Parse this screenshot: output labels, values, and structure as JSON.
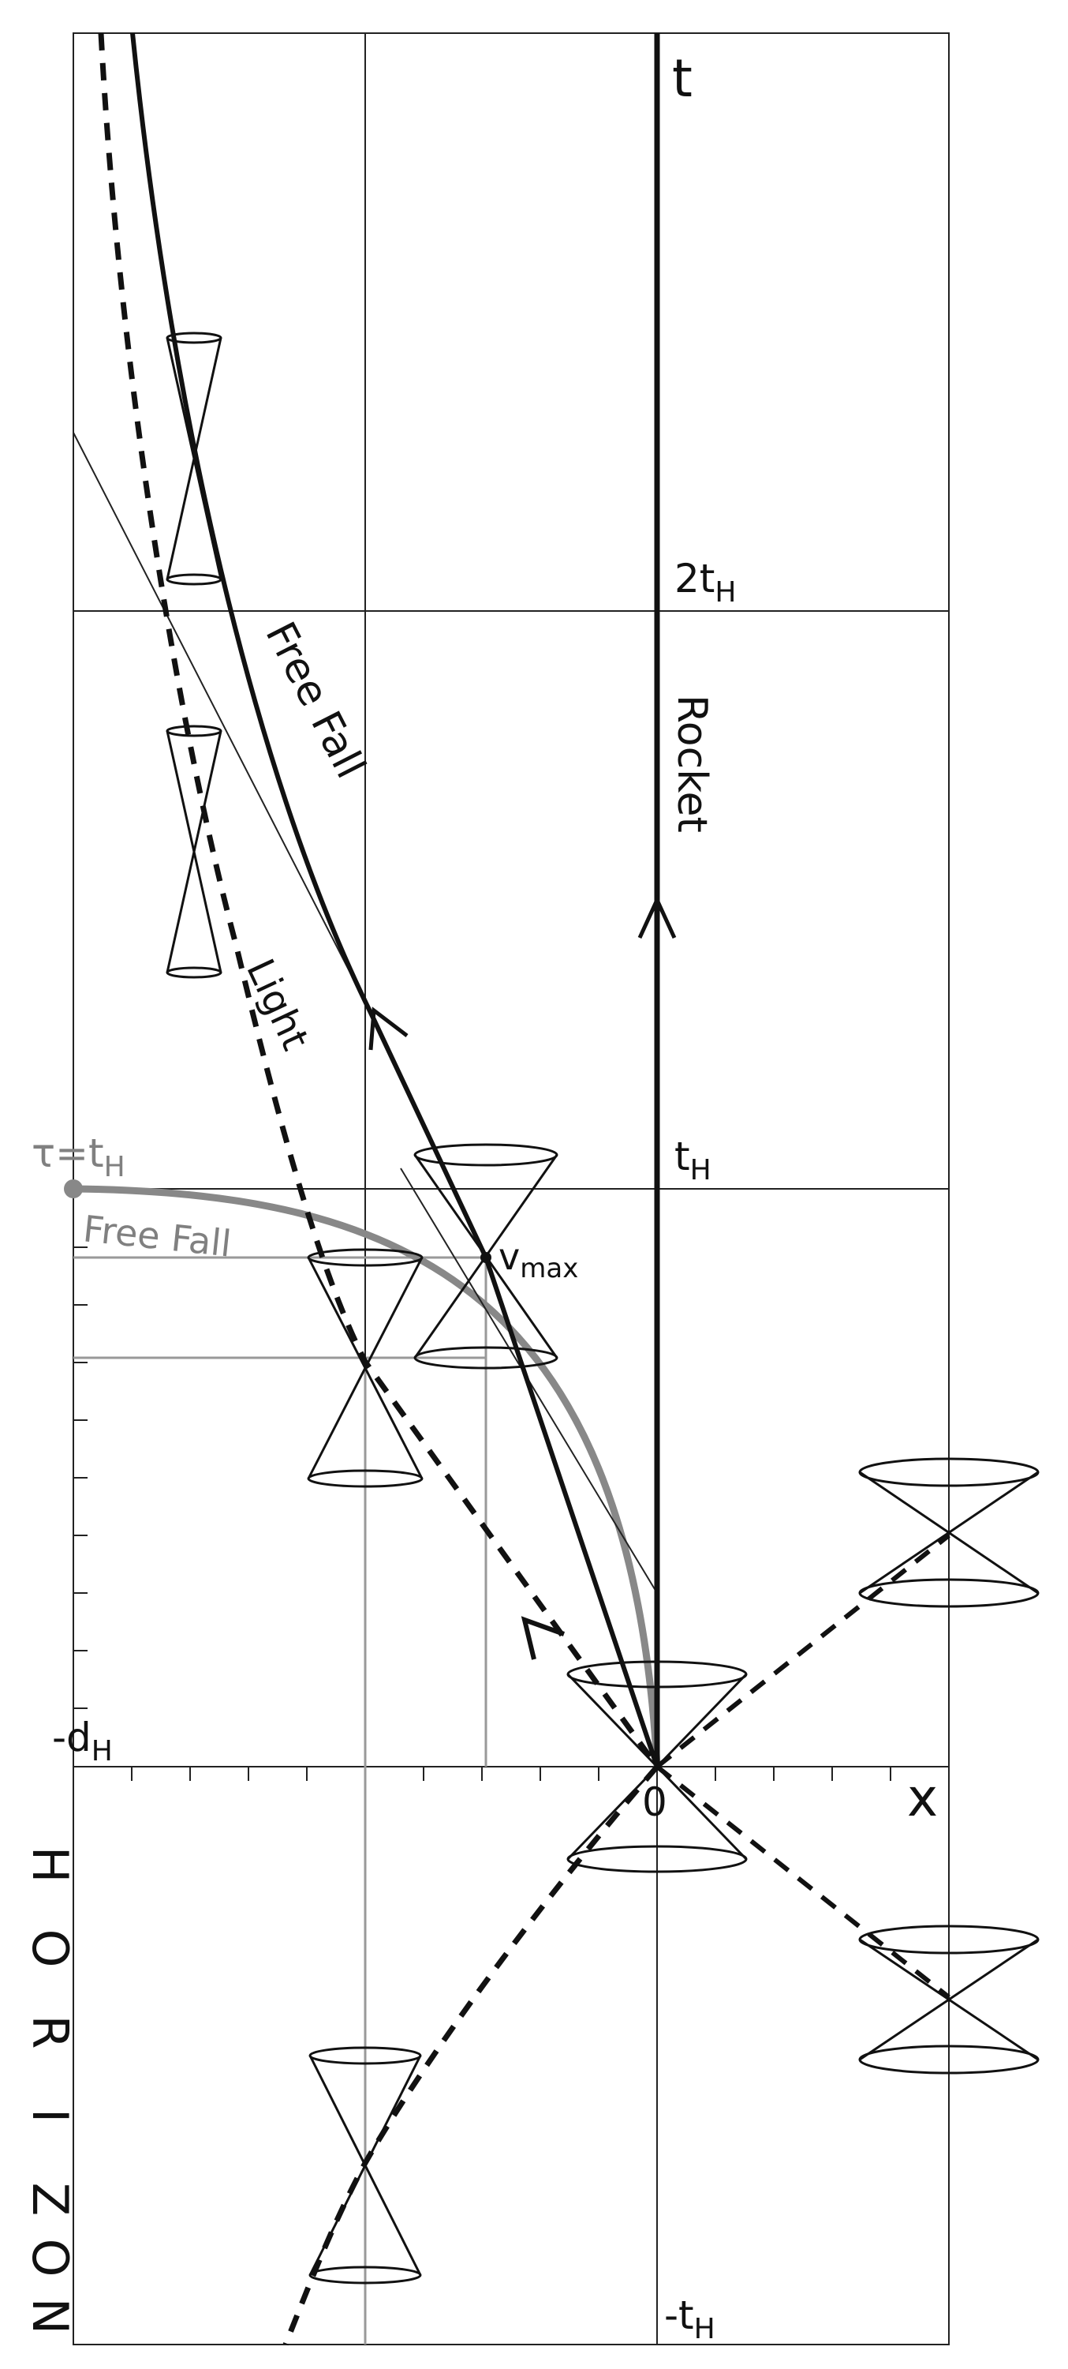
{
  "diagram": {
    "axes": {
      "t_label": "t",
      "x_label": "x",
      "origin_label": "0"
    },
    "time_markers": [
      {
        "base": "2t",
        "sub": "H"
      },
      {
        "base": "t",
        "sub": "H"
      },
      {
        "base": "-t",
        "sub": "H"
      }
    ],
    "distance_marker": {
      "base": "-d",
      "sub": "H"
    },
    "tau_marker": {
      "base": "τ=t",
      "sub": "H"
    },
    "v_marker": {
      "base": "v",
      "sub": "max"
    },
    "worldlines": {
      "rocket": "Rocket",
      "free_fall_black": "Free Fall",
      "light": "Light",
      "free_fall_gray": "Free Fall"
    },
    "horizon_letters": [
      "H",
      "O",
      "R",
      "I",
      "Z",
      "O",
      "N"
    ],
    "colors": {
      "ink": "#111111",
      "gray_curve": "#888888",
      "gray_line": "#999999",
      "grid": "#222222"
    }
  }
}
